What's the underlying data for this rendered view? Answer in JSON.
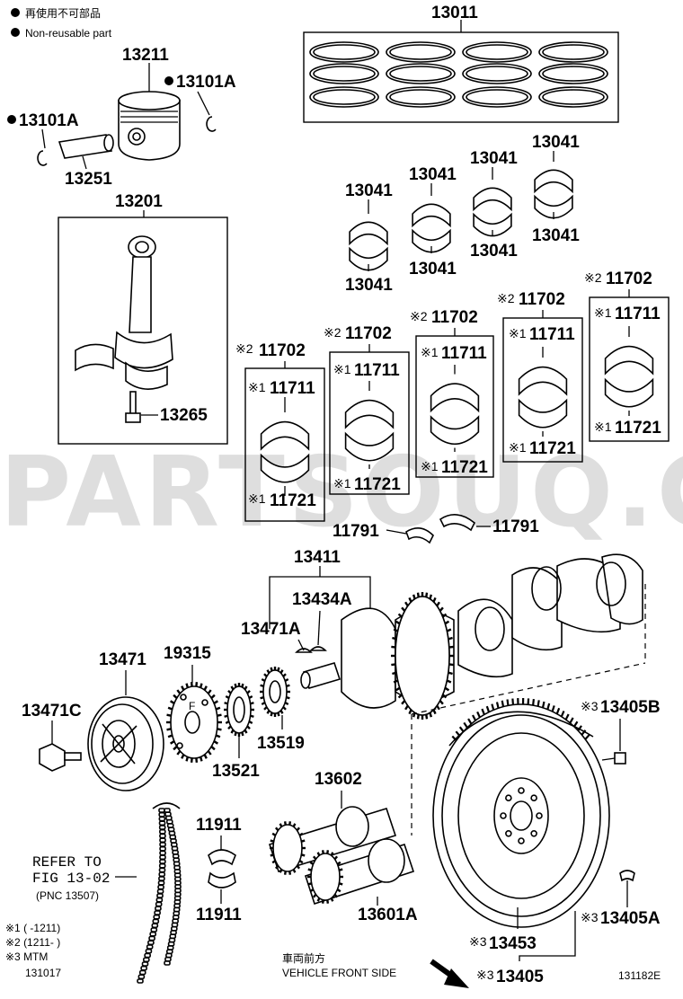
{
  "legend": {
    "non_reusable_jp": "再使用不可部品",
    "non_reusable_en": "Non-reusable part"
  },
  "watermark": "PARTSOUQ.COM",
  "parts": {
    "ring_set": "13011",
    "piston": "13211",
    "snap_ring_a": "13101A",
    "snap_ring_b": "13101A",
    "piston_pin": "13251",
    "conrod": "13201",
    "conrod_bolt": "13265",
    "conrod_bearing_1": "13041",
    "conrod_bearing_2": "13041",
    "conrod_bearing_3": "13041",
    "conrod_bearing_4": "13041",
    "conrod_bearing_5": "13041",
    "conrod_bearing_6": "13041",
    "conrod_bearing_7": "13041",
    "conrod_bearing_8": "13041",
    "main_bearing_set_1": "11702",
    "main_bearing_set_2": "11702",
    "main_bearing_set_3": "11702",
    "main_bearing_set_4": "11702",
    "main_bearing_set_5": "11702",
    "upper_bearing_1": "11711",
    "upper_bearing_2": "11711",
    "upper_bearing_3": "11711",
    "upper_bearing_4": "11711",
    "upper_bearing_5": "11711",
    "lower_bearing_1": "11721",
    "lower_bearing_2": "11721",
    "lower_bearing_3": "11721",
    "lower_bearing_4": "11721",
    "lower_bearing_5": "11721",
    "thrust_washer_1": "11791",
    "thrust_washer_2": "11791",
    "crankshaft": "13411",
    "key_a": "13434A",
    "key_b": "13471A",
    "pulley": "13471",
    "timing_gear": "19315",
    "pulley_bolt": "13471C",
    "sprocket": "13521",
    "gear_13519": "13519",
    "flywheel_bolt": "13405B",
    "flywheel_bolt_a": "13405A",
    "flywheel_ring_gear": "13453",
    "flywheel": "13405",
    "balance_shaft_assy": "13602",
    "balance_shaft": "13601A",
    "balance_bearing_upper": "11911",
    "balance_bearing_lower": "11911"
  },
  "marks": {
    "m1": "※1",
    "m2": "※2",
    "m3": "※3"
  },
  "refer": {
    "line1": "REFER TO",
    "line2": "FIG 13-02",
    "line3": "(PNC 13507)"
  },
  "notes": {
    "n1": "※1 (    -1211)",
    "n2": "※2 (1211-    )",
    "n3": "※3 MTM",
    "date": "131017"
  },
  "direction": {
    "jp": "車両前方",
    "en": "VEHICLE FRONT SIDE"
  },
  "figure_id": "131182E"
}
